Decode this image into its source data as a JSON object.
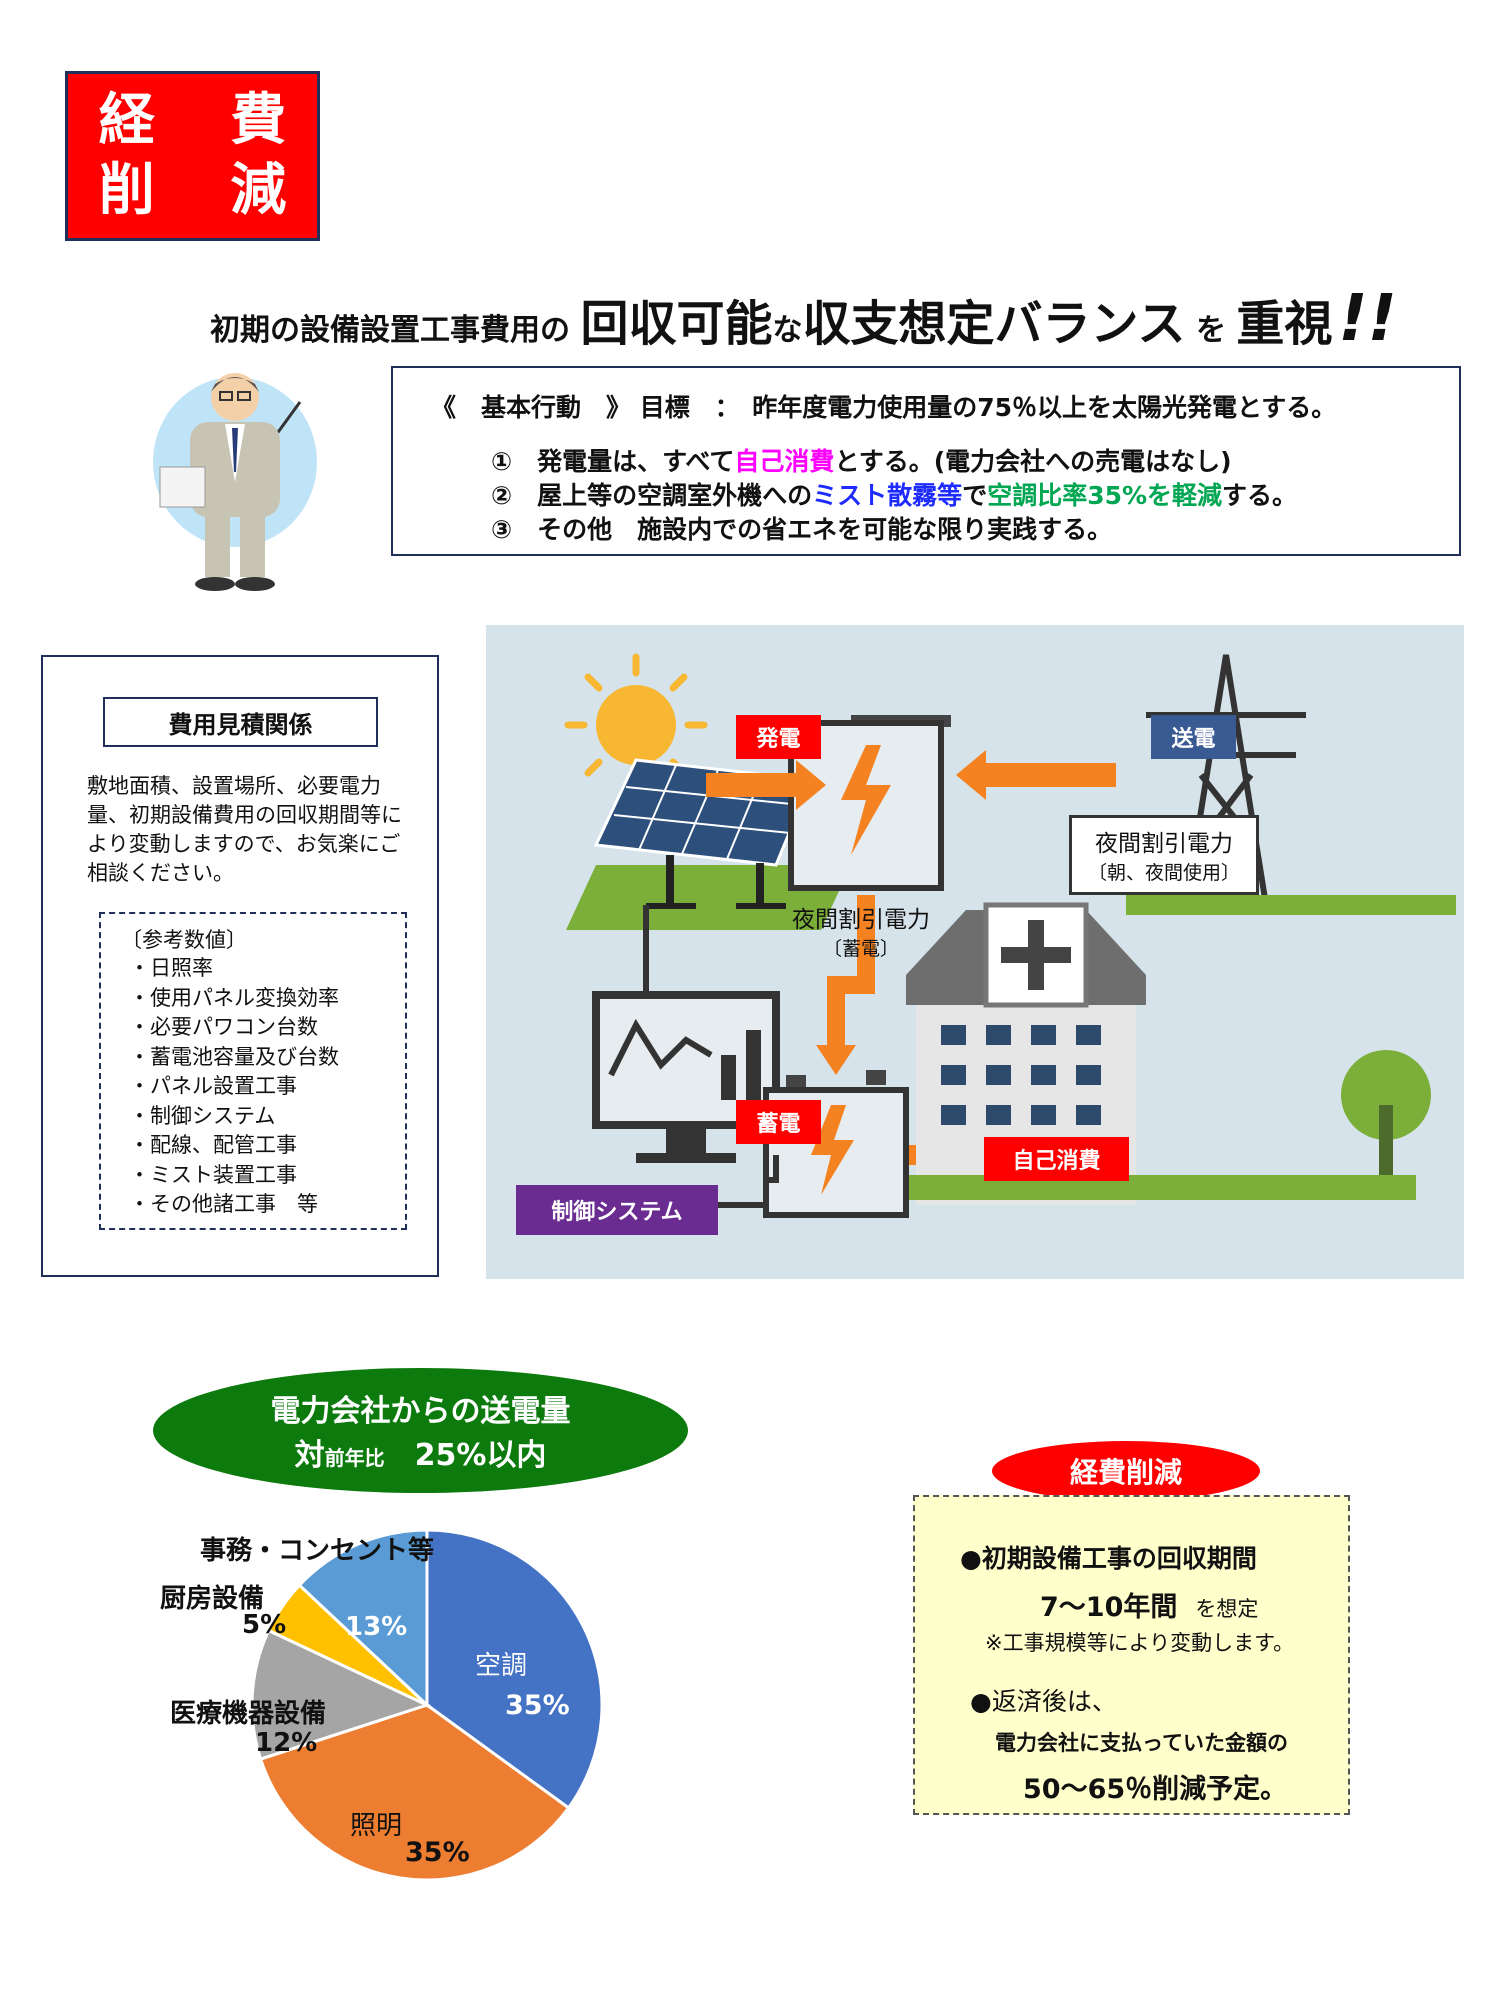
{
  "badge": {
    "line1": "経 費",
    "line2": "削 減"
  },
  "headline": {
    "part1": "初期の設備設置工事費用の ",
    "part2": "回収可能",
    "part3": "な",
    "part4": "収支想定バランス",
    "part5": " を ",
    "part6": "重視",
    "part7": "!!"
  },
  "goal": {
    "title": "《　基本行動　》 目標　：　昨年度電力使用量の75％以上を太陽光発電とする。",
    "item1": {
      "a": "①　発電量は、すべて",
      "b": "自己消費",
      "c": "とする。(電力会社への売電はなし)"
    },
    "item2": {
      "a": "②　屋上等の空調室外機への",
      "b": "ミスト散霧等",
      "c": "で",
      "d": "空調比率35%を軽減",
      "e": "する。"
    },
    "item3": {
      "a": "③　その他　施設内での省エネを可能な限り実践する。"
    }
  },
  "estimate": {
    "heading": "費用見積関係",
    "body": "敷地面積、設置場所、必要電力量、初期設備費用の回収期間等により変動しますので、お気楽にご相談ください。",
    "ref_title": "〔参考数値〕",
    "ref_items": [
      "日照率",
      "使用パネル変換効率",
      "必要パワコン台数",
      "蓄電池容量及び台数",
      "パネル設置工事",
      "制御システム",
      "配線、配管工事",
      "ミスト装置工事",
      "その他諸工事　等"
    ]
  },
  "diagram": {
    "hatsuden": "発電",
    "souden": "送電",
    "night_power": "夜間割引電力",
    "night_use": "〔朝、夜間使用〕",
    "night_power2": "夜間割引電力",
    "night_store": "〔蓄電〕",
    "chikuden": "蓄電",
    "jiko": "自己消費",
    "control": "制御システム"
  },
  "ellipse": {
    "line1": "電力会社からの送電量",
    "line2a": "対",
    "line2b": "前年比",
    "line2c": "　25%以内"
  },
  "chart_data": {
    "type": "pie",
    "categories": [
      "空調",
      "照明",
      "医療機器設備",
      "厨房設備",
      "事務・コンセント等"
    ],
    "values": [
      35,
      35,
      12,
      5,
      13
    ],
    "value_labels": [
      "35%",
      "35%",
      "12%",
      "5%",
      "13%"
    ],
    "colors": [
      "#4472c4",
      "#ed7d31",
      "#a5a5a5",
      "#ffc000",
      "#5b9bd5"
    ]
  },
  "cost": {
    "pill": "経費削減",
    "line1": "●初期設備工事の回収期間",
    "line2a": "7～10年間",
    "line2b": "を想定",
    "line3": "※工事規模等により変動します。",
    "line4": "●返済後は、",
    "line5": "電力会社に支払っていた金額の",
    "line6": "50～65％削減予定。"
  }
}
